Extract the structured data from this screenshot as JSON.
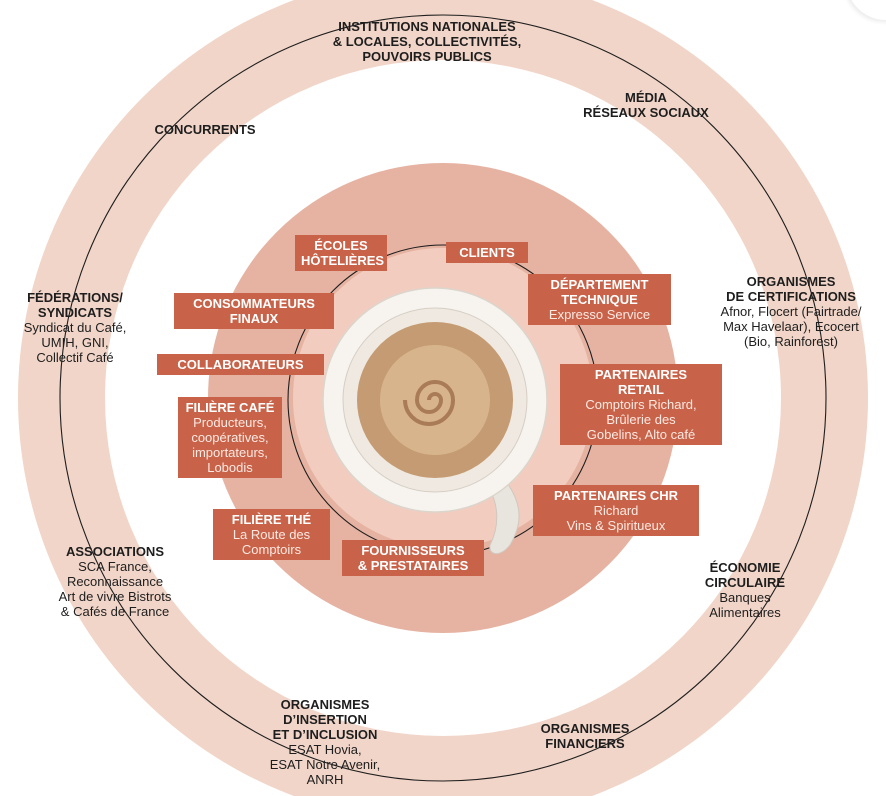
{
  "colors": {
    "outer_ring": "#f1d5c8",
    "inner_disc": "#e6b3a2",
    "inner_center": "#f2cdbf",
    "tag_fill": "#c8634a",
    "connector": "#1e1e1e"
  },
  "outer": [
    {
      "id": "institutions",
      "title": "INSTITUTIONS NATIONALES\n& LOCALES, COLLECTIVITÉS,\nPOUVOIRS PUBLICS",
      "detail": ""
    },
    {
      "id": "media",
      "title": "MÉDIA\nRÉSEAUX SOCIAUX",
      "detail": ""
    },
    {
      "id": "concurrents",
      "title": "CONCURRENTS",
      "detail": ""
    },
    {
      "id": "federations",
      "title": "FÉDÉRATIONS/\nSYNDICATS",
      "detail": "Syndicat du Café,\nUMIH, GNI,\nCollectif Café"
    },
    {
      "id": "certifications",
      "title": "ORGANISMES\nDE CERTIFICATIONS",
      "detail": "Afnor, Flocert (Fairtrade/\nMax Havelaar), Ecocert\n(Bio, Rainforest)"
    },
    {
      "id": "associations",
      "title": "ASSOCIATIONS",
      "detail": "SCA France,\nReconnaissance\nArt de vivre Bistrots\n& Cafés de France"
    },
    {
      "id": "economie",
      "title": "ÉCONOMIE\nCIRCULAIRE",
      "detail": "Banques\nAlimentaires"
    },
    {
      "id": "insertion",
      "title": "ORGANISMES\nD’INSERTION\nET D’INCLUSION",
      "detail": "ESAT Hovia,\nESAT Notre Avenir,\nANRH"
    },
    {
      "id": "financiers",
      "title": "ORGANISMES\nFINANCIERS",
      "detail": ""
    }
  ],
  "inner": [
    {
      "id": "ecoles",
      "title": "ÉCOLES\nHÔTELIÈRES",
      "detail": ""
    },
    {
      "id": "clients",
      "title": "CLIENTS",
      "detail": ""
    },
    {
      "id": "departement",
      "title": "DÉPARTEMENT\nTECHNIQUE",
      "detail": "Expresso Service"
    },
    {
      "id": "consommateurs",
      "title": "CONSOMMATEURS\nFINAUX",
      "detail": ""
    },
    {
      "id": "collaborateurs",
      "title": "COLLABORATEURS",
      "detail": ""
    },
    {
      "id": "retail",
      "title": "PARTENAIRES\nRETAIL",
      "detail": "Comptoirs Richard,\nBrûlerie des\nGobelins, Alto café"
    },
    {
      "id": "filiere_cafe",
      "title": "FILIÈRE CAFÉ",
      "detail": "Producteurs,\ncoopératives,\nimportateurs,\nLobodis"
    },
    {
      "id": "chr",
      "title": "PARTENAIRES CHR",
      "detail": "Richard\nVins & Spiritueux"
    },
    {
      "id": "filiere_the",
      "title": "FILIÈRE THÉ",
      "detail": "La Route des\nComptoirs"
    },
    {
      "id": "fournisseurs",
      "title": "FOURNISSEURS\n& PRESTATAIRES",
      "detail": ""
    }
  ]
}
